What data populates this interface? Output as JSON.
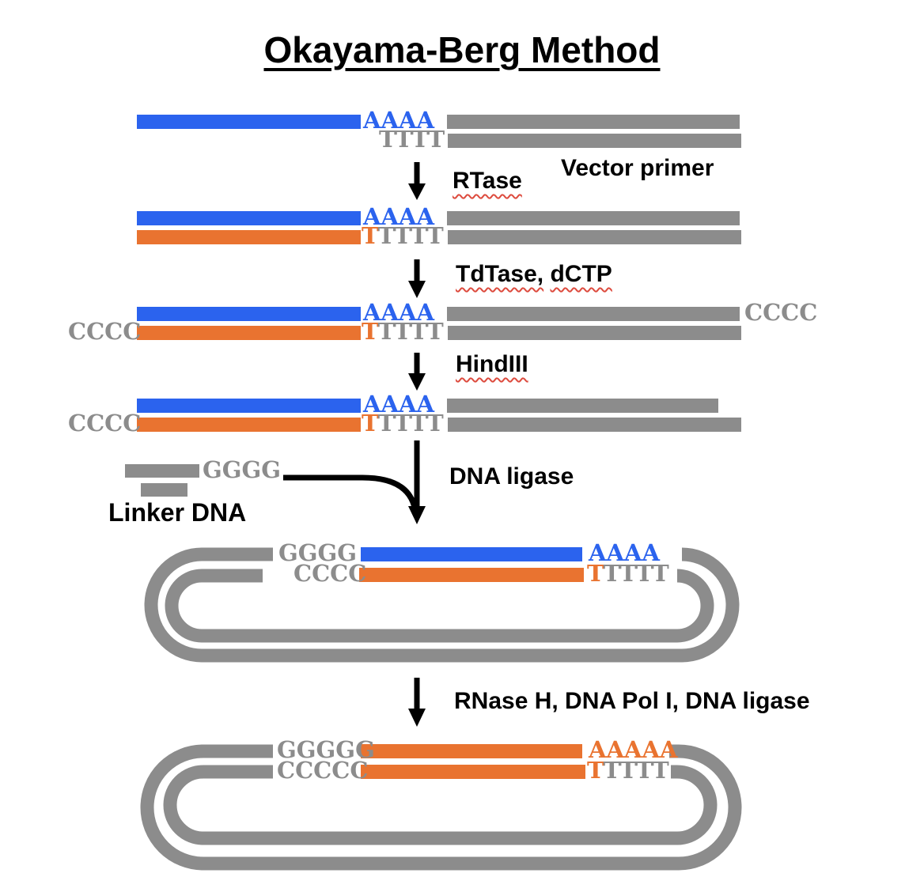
{
  "title": "Okayama-Berg Method",
  "colors": {
    "blue": "#2B63EE",
    "orange": "#E97330",
    "gray": "#8C8C8C",
    "black": "#000000",
    "squiggle": "#DD4B3E"
  },
  "steps": {
    "step1": {
      "aaaa": "AAAA",
      "tttt": "TTTT",
      "vector_primer_label": "Vector primer"
    },
    "step2": {
      "aaaa": "AAAA",
      "t": "T",
      "tttt": "TTTT"
    },
    "step3": {
      "cccc_left": "CCCC",
      "aaaa": "AAAA",
      "t": "T",
      "tttt": "TTTT",
      "cccc_right": "CCCC"
    },
    "step4": {
      "cccc_left": "CCCC",
      "aaaa": "AAAA",
      "t": "T",
      "tttt": "TTTT"
    }
  },
  "reactions": {
    "rtase": "RTase",
    "tdtase": "TdTase,",
    "dctp": "dCTP",
    "hindiii": "HindIII",
    "dna_ligase": "DNA ligase",
    "rnase_pol_ligase": "RNase H, DNA Pol I, DNA ligase"
  },
  "linker": {
    "gggg": "GGGG",
    "caption": "Linker DNA"
  },
  "plasmid1": {
    "gggg": "GGGG",
    "cccc": "CCCC",
    "aaaa": "AAAA",
    "t": "T",
    "tttt": "TTTT"
  },
  "plasmid2": {
    "ggggg": "GGGGG",
    "ccccc": "CCCCC",
    "aaaaa": "AAAAA",
    "t": "T",
    "tttt": "TTTT"
  }
}
